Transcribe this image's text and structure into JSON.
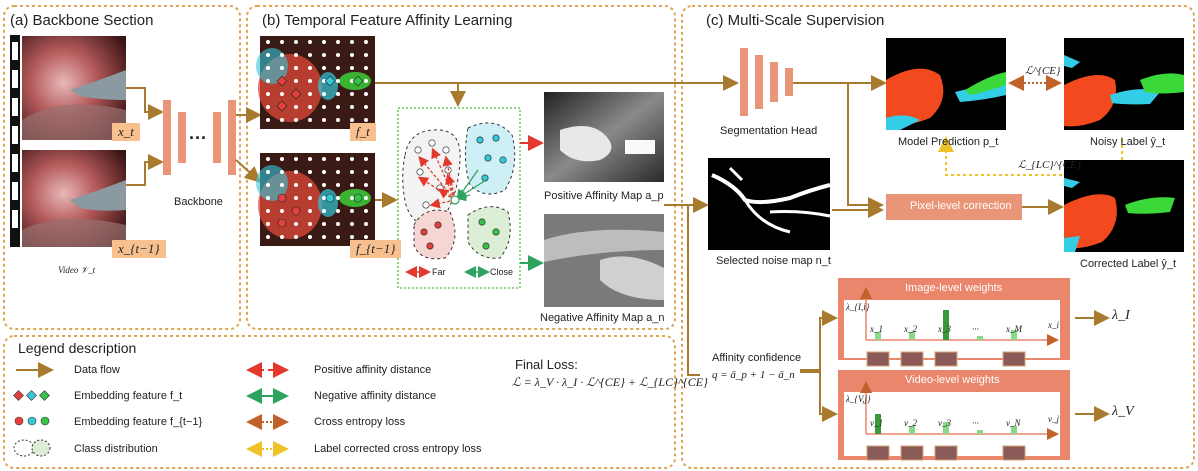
{
  "panels": {
    "a_title": "(a) Backbone Section",
    "b_title": "(b) Temporal Feature Affinity Learning",
    "c_title": "(c) Multi-Scale Supervision"
  },
  "backbone": {
    "frame_t_label": "x_t",
    "frame_t1_label": "x_{t−1}",
    "dots": "···",
    "backbone_label": "Backbone",
    "video_label": "Video 𝒱_t"
  },
  "affinity": {
    "feature_t": "f_t",
    "feature_t1": "f_{t−1}",
    "far_label": "Far",
    "close_label": "Close",
    "positive_map_label": "Positive Affinity Map a_p",
    "negative_map_label": "Negative Affinity Map a_n"
  },
  "supervision": {
    "seg_head_label": "Segmentation Head",
    "model_prediction_label": "Model Prediction p_t",
    "noisy_label_label": "Noisy Label ŷ_t",
    "ce_loss": "ℒ^{CE}",
    "lc_loss": "ℒ_{LC}^{CE}",
    "noise_map_label": "Selected noise map n_t",
    "pixel_correction_label": "Pixel-level correction",
    "corrected_label": "Corrected Label ŷ_t",
    "affinity_confidence_label": "Affinity confidence",
    "affinity_confidence_formula": "q = ā_p + 1 − ā_n",
    "image_weights_title": "Image-level weights",
    "video_weights_title": "Video-level weights",
    "image_axis_y": "λ_{I,i}",
    "image_axis_x": "x_i",
    "video_axis_y": "λ_{V,j}",
    "video_axis_x": "v_j",
    "image_ticks": [
      "x_1",
      "x_2",
      "x_3",
      "···",
      "x_M"
    ],
    "video_ticks": [
      "v_1",
      "v_2",
      "v_3",
      "···",
      "v_N"
    ],
    "lambda_I": "λ_I",
    "lambda_V": "λ_V"
  },
  "legend": {
    "title": "Legend description",
    "items": [
      "Data flow",
      "Embedding feature f_t",
      "Embedding feature f_{t−1}",
      "Class distribution",
      "Positive  affinity distance",
      "Negative  affinity distance",
      "Cross entropy loss",
      "Label corrected cross entropy loss"
    ],
    "final_loss_title": "Final Loss:",
    "final_loss_formula": "ℒ = λ_V · λ_I · ℒ^{CE} + ℒ_{LC}^{CE}"
  },
  "colors": {
    "border": "#e0a552",
    "flow": "#a87a2e",
    "salmon": "#e99577",
    "weights_panel": "#e9866c",
    "red": "#f0463a",
    "cyan": "#33c7e0",
    "green": "#35d23a",
    "negative_arrow": "#2ea35f",
    "ce_arrow": "#c0622a",
    "lc_arrow": "#f0c22a"
  }
}
